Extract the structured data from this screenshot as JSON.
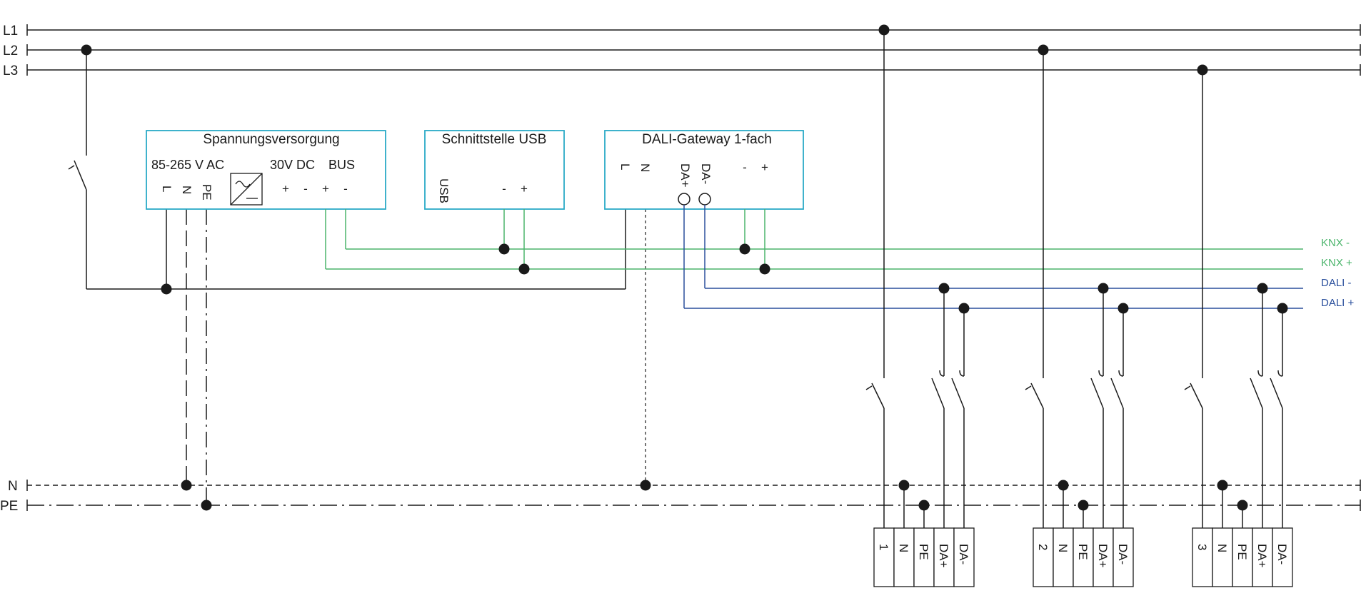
{
  "colors": {
    "wire": "#1a1a1a",
    "box": "#2aaac6",
    "knx": "#4bb46b",
    "dali": "#2a4f9c",
    "background": "#ffffff"
  },
  "buses": {
    "l1": "L1",
    "l2": "L2",
    "l3": "L3",
    "n": "N",
    "pe": "PE"
  },
  "power_supply": {
    "title": "Spannungsversorgung",
    "input_label": "85-265 V AC",
    "dc_label": "30V DC",
    "bus_label": "BUS",
    "pins": [
      "L",
      "N",
      "PE"
    ],
    "out_pins": [
      "+",
      "-",
      "+",
      "-"
    ],
    "symbol_icon": "ac-dc-converter-icon"
  },
  "usb_interface": {
    "title": "Schnittstelle USB",
    "usb_label": "USB",
    "pins": [
      "-",
      "+"
    ]
  },
  "dali_gateway": {
    "title": "DALI-Gateway 1-fach",
    "pins": [
      "L",
      "N"
    ],
    "dali_pins": [
      "DA+",
      "DA-"
    ],
    "bus_pins": [
      "-",
      "+"
    ]
  },
  "bus_lines": {
    "knx_minus": "KNX -",
    "knx_plus": "KNX +",
    "dali_minus": "DALI -",
    "dali_plus": "DALI +"
  },
  "terminal_blocks": [
    {
      "cells": [
        "1",
        "N",
        "PE",
        "DA+",
        "DA-"
      ]
    },
    {
      "cells": [
        "2",
        "N",
        "PE",
        "DA+",
        "DA-"
      ]
    },
    {
      "cells": [
        "3",
        "N",
        "PE",
        "DA+",
        "DA-"
      ]
    }
  ]
}
